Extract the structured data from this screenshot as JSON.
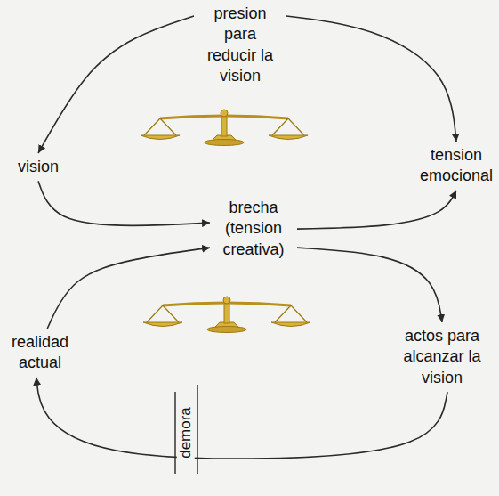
{
  "diagram": {
    "nodes": [
      {
        "text": [
          "presion para reducir la vision"
        ]
      },
      {
        "text": [
          "vision"
        ]
      },
      {
        "text": [
          "tension emocional"
        ]
      },
      {
        "text": [
          "brecha (tension creativa)"
        ]
      },
      {
        "text": [
          "realidad actual"
        ]
      },
      {
        "text": [
          "actos para alcanzar la vision"
        ]
      }
    ],
    "edges": [
      {
        "from": 0,
        "to": 1,
        "arrow": "to"
      },
      {
        "from": 0,
        "to": 2,
        "arrow": "to"
      },
      {
        "from": 1,
        "to": 3,
        "arrow": "to"
      },
      {
        "from": 3,
        "to": 2,
        "arrow": "to"
      },
      {
        "from": 3,
        "to": 5,
        "arrow": "to"
      },
      {
        "from": 5,
        "to": 4,
        "arrow": "to"
      },
      {
        "from": 4,
        "to": 3,
        "arrow": "to"
      }
    ],
    "labels": [
      "demora"
    ]
  }
}
